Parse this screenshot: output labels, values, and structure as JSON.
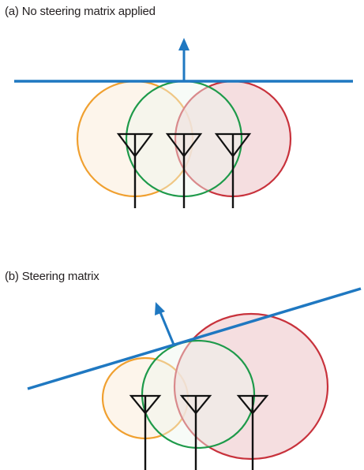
{
  "panels": [
    {
      "label": "(a) No steering matrix applied",
      "arrow_color": "#1f78c1",
      "wavefront_color": "#1f78c1",
      "lobes": [
        {
          "color": "orange",
          "stroke": "#f0a030",
          "fill": "#fdf3e8"
        },
        {
          "color": "green",
          "stroke": "#1e9a4a",
          "fill": "#eef6ee"
        },
        {
          "color": "red",
          "stroke": "#c8323c",
          "fill": "#f3d6d8"
        }
      ],
      "antenna_count": 3
    },
    {
      "label": "(b) Steering matrix",
      "arrow_color": "#1f78c1",
      "wavefront_color": "#1f78c1",
      "lobes": [
        {
          "color": "orange",
          "stroke": "#f0a030",
          "fill": "#fdf3e8"
        },
        {
          "color": "green",
          "stroke": "#1e9a4a",
          "fill": "#eef6ee"
        },
        {
          "color": "red",
          "stroke": "#c8323c",
          "fill": "#f3d6d8"
        }
      ],
      "antenna_count": 3
    }
  ],
  "icons": {
    "antenna": "antenna-icon",
    "arrow": "direction-arrow-icon"
  }
}
